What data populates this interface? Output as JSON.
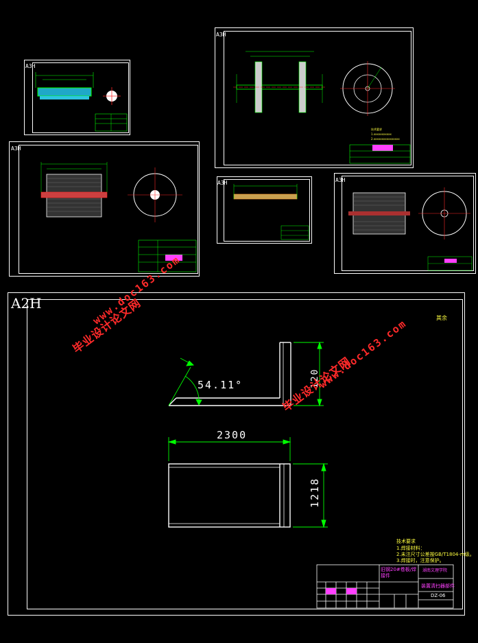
{
  "sheets": {
    "a3_label": "A3H",
    "a2_label": "A2H"
  },
  "main_drawing": {
    "angle_label": "54.11°",
    "length_label": "2300",
    "height_label": "1218",
    "side_dim_label": "120",
    "corner_note": "其余",
    "tech_notes": [
      "技术要求",
      "1.焊接材料：",
      "2.未注尺寸公差按GB/T1804-m级。",
      "3.焊接时，注意保护。"
    ],
    "title_block": {
      "part_name": "旧钢20#卷板/焊接件",
      "school": "湖南文理学院",
      "drawing_title": "装置清扫器部件",
      "drawing_no": "DZ-06"
    }
  },
  "watermarks": {
    "cn_text": "毕业设计论文网",
    "url_text": "www.doc163.com"
  },
  "colors": {
    "line": "#ffffff",
    "accent": "#00ff00",
    "red": "#ff2a2a",
    "magenta": "#ff40ff",
    "yellow": "#ffff40"
  }
}
